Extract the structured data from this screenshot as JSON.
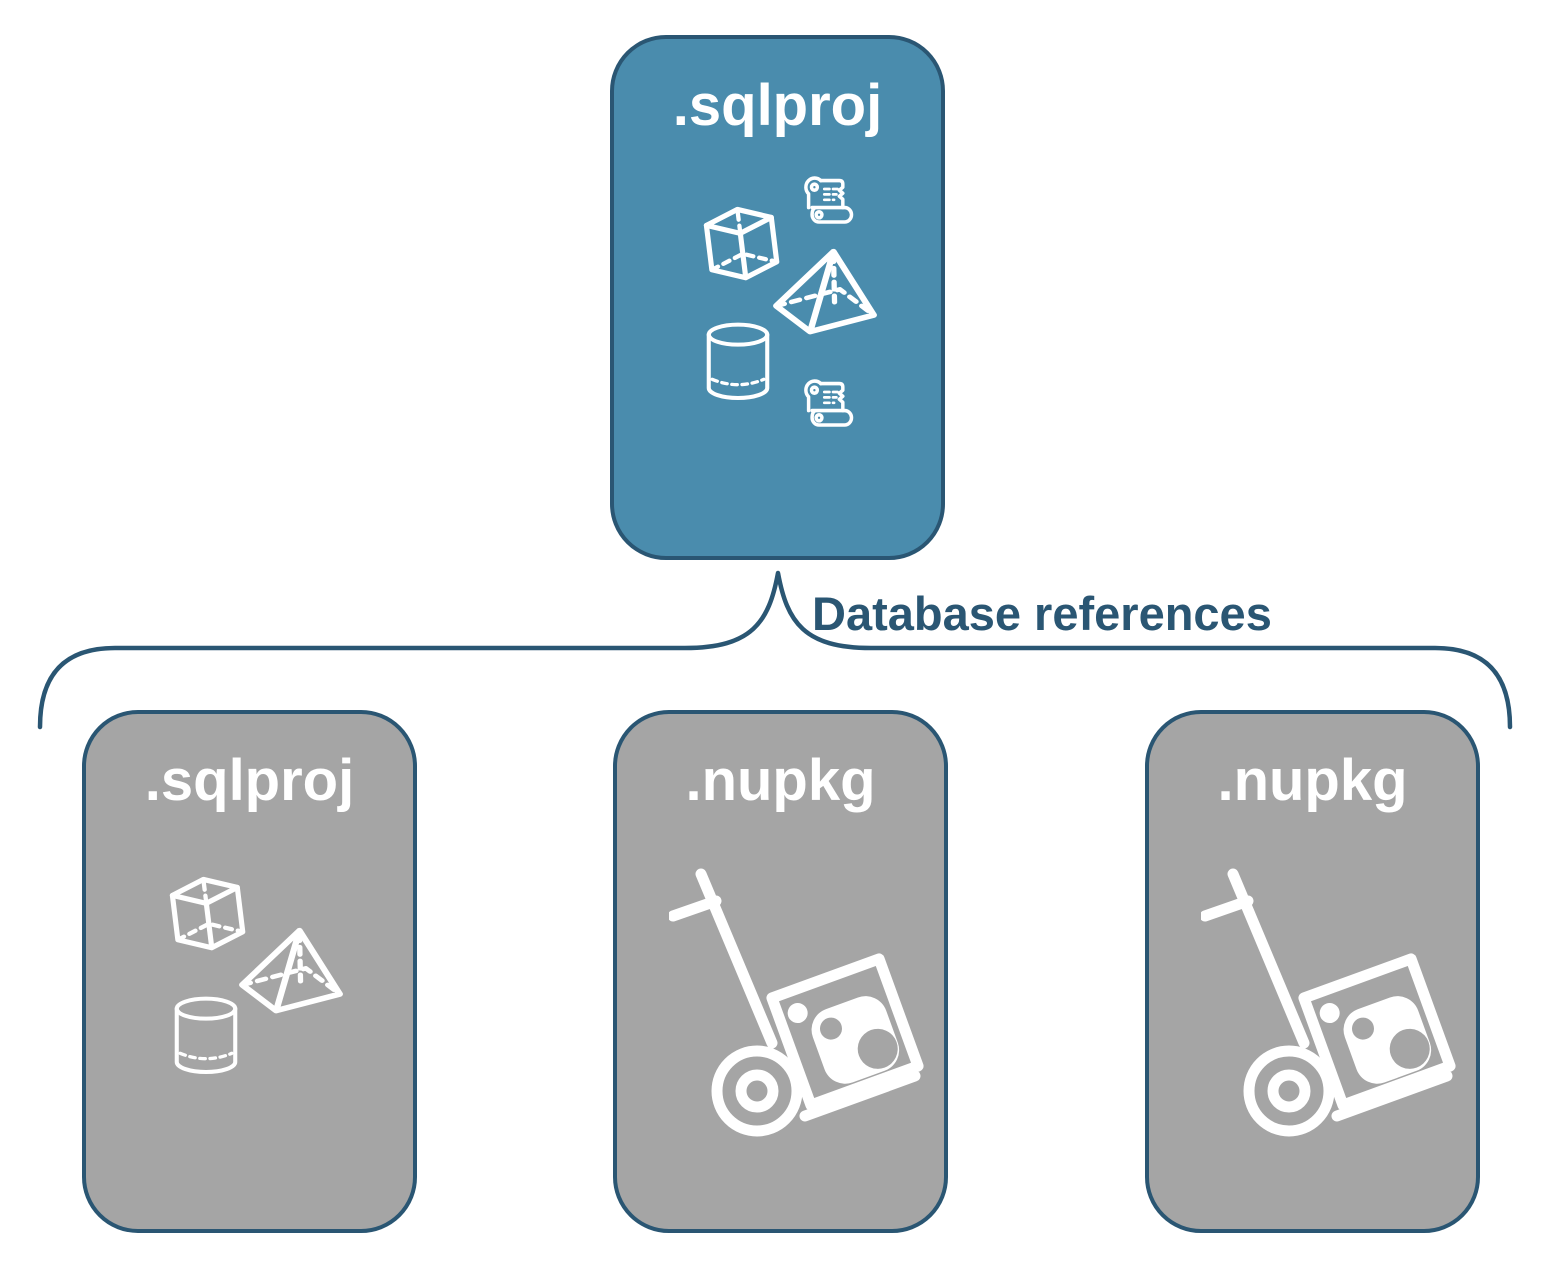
{
  "root_box": {
    "label": ".sqlproj",
    "fill": "#4A8CAD",
    "border": "#2A5673",
    "text_color": "#FFFFFF",
    "icons": [
      "cube-icon",
      "script-scroll-icon",
      "pyramid-icon",
      "cylinder-icon",
      "script-scroll-icon"
    ]
  },
  "connector": {
    "label": "Database references",
    "color": "#2A5673"
  },
  "child_boxes": [
    {
      "label": ".sqlproj",
      "fill": "#A5A5A5",
      "border": "#2A5673",
      "text_color": "#FFFFFF",
      "icons": [
        "cube-icon",
        "pyramid-icon",
        "cylinder-icon"
      ]
    },
    {
      "label": ".nupkg",
      "fill": "#A5A5A5",
      "border": "#2A5673",
      "text_color": "#FFFFFF",
      "icons": [
        "nuget-handtruck-icon"
      ]
    },
    {
      "label": ".nupkg",
      "fill": "#A5A5A5",
      "border": "#2A5673",
      "text_color": "#FFFFFF",
      "icons": [
        "nuget-handtruck-icon"
      ]
    }
  ],
  "icon_stroke": "#FFFFFF",
  "background": "#FFFFFF"
}
